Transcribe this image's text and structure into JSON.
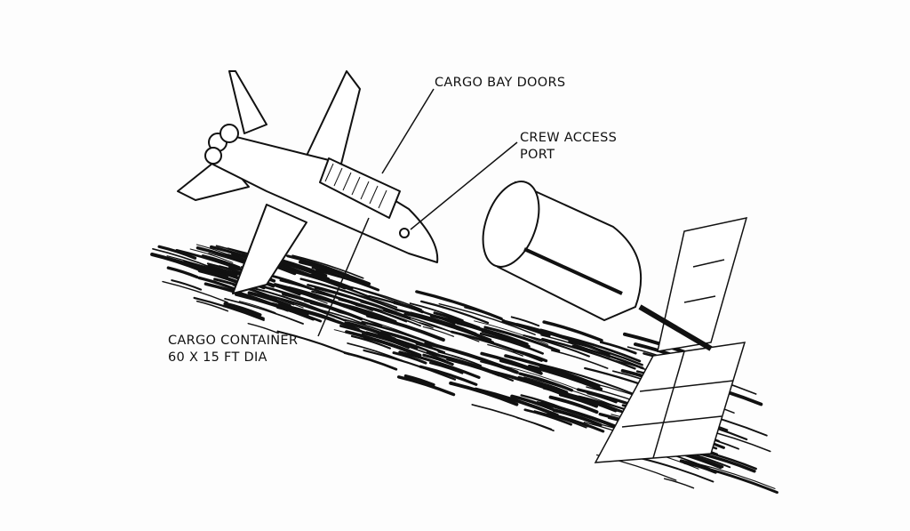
{
  "labels": {
    "cargo_bay_doors": "CARGO BAY DOORS",
    "crew_access_port_line1": "CREW ACCESS",
    "crew_access_port_line2": "PORT",
    "cargo_container_line1": "CARGO CONTAINER",
    "cargo_container_line2": "60 X 15 FT DIA"
  },
  "colors": {
    "ink": "#111111",
    "paper": "#fdfdfd"
  }
}
